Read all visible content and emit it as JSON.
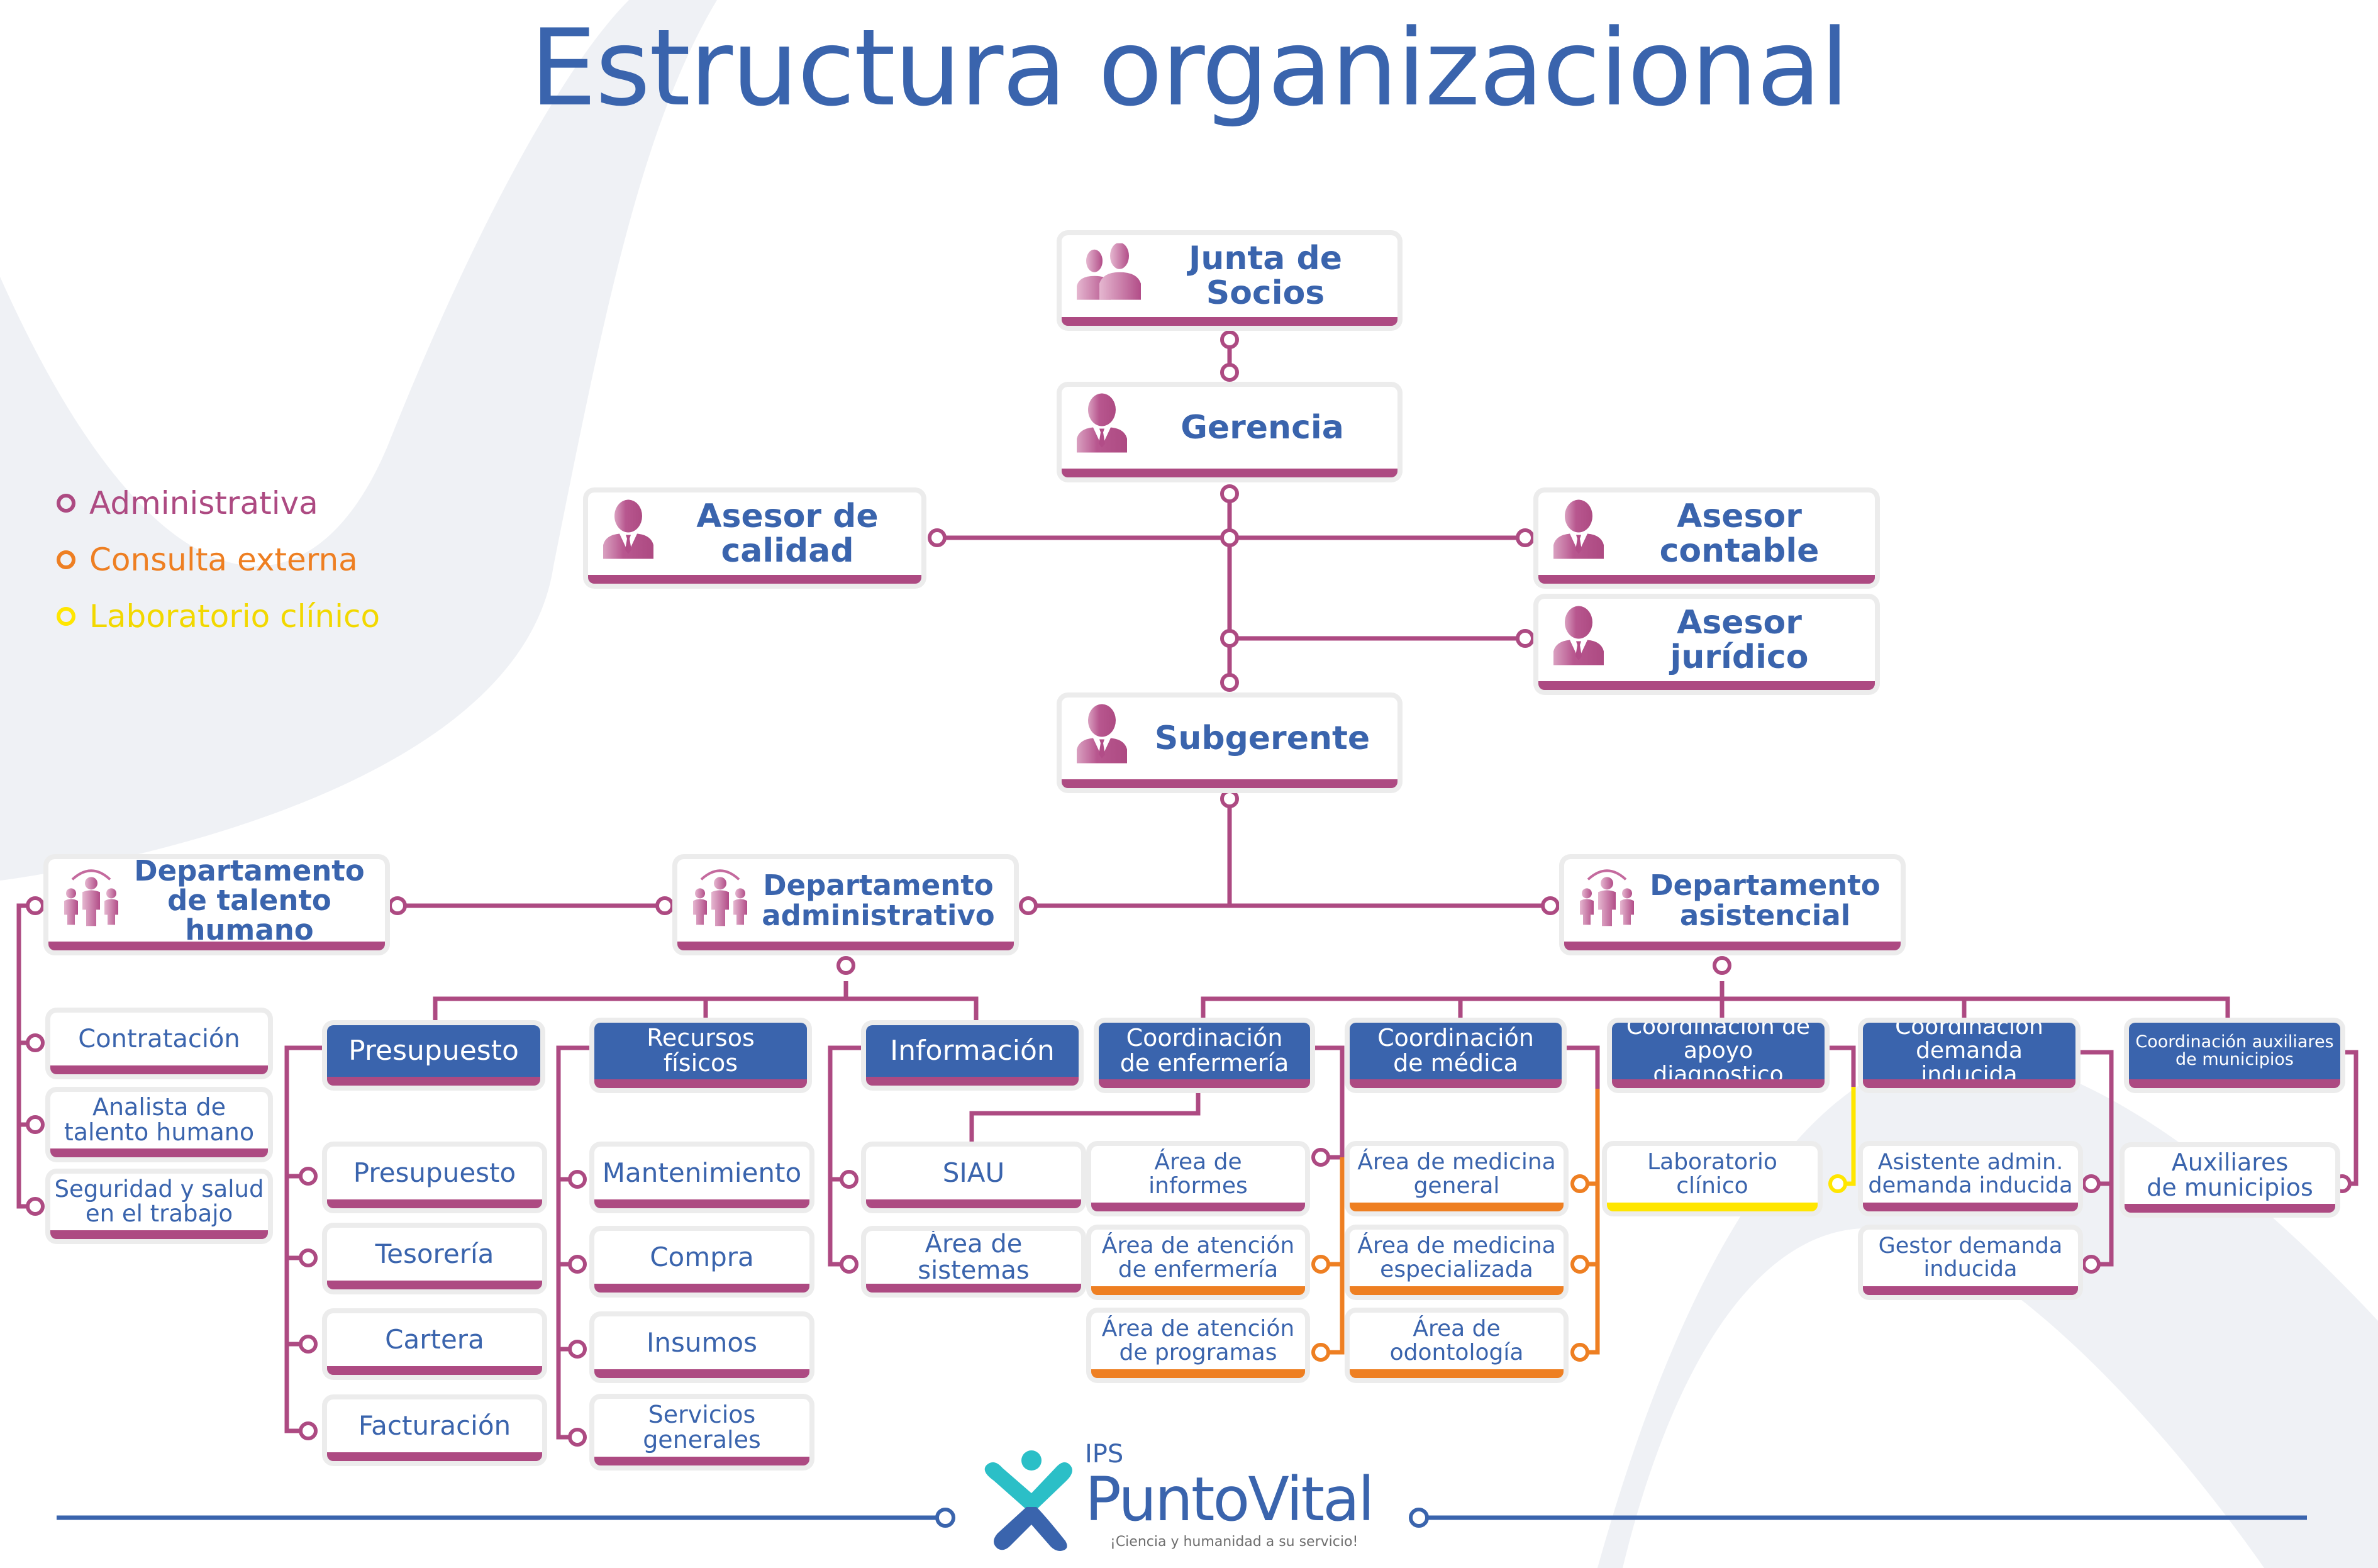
{
  "title": "Estructura organizacional",
  "colors": {
    "administrativa": "#ad4a82",
    "consulta_externa": "#ee7f22",
    "laboratorio": "#ffe600",
    "brand_blue": "#3a64ad",
    "brand_teal": "#2bbfc7"
  },
  "legend": [
    {
      "label": "Administrativa",
      "color": "#ad4a82"
    },
    {
      "label": "Consulta externa",
      "color": "#ee7f22"
    },
    {
      "label": "Laboratorio clínico",
      "color": "#ffe600"
    }
  ],
  "top": {
    "junta": "Junta de Socios",
    "gerencia": "Gerencia",
    "asesor_calidad": "Asesor de\ncalidad",
    "asesor_contable": "Asesor\ncontable",
    "asesor_juridico": "Asesor\njurídico",
    "subgerente": "Subgerente"
  },
  "departments": {
    "talento_humano": "Departamento\nde talento humano",
    "administrativo": "Departamento\nadministrativo",
    "asistencial": "Departamento\nasistencial"
  },
  "talento_humano_items": [
    "Contratación",
    "Analista de\ntalento humano",
    "Seguridad y salud\nen el trabajo"
  ],
  "coordinations": {
    "presupuesto": "Presupuesto",
    "recursos_fisicos": "Recursos\nfísicos",
    "informacion": "Información",
    "enfermeria": "Coordinación\nde enfermería",
    "medica": "Coordinación\nde médica",
    "apoyo_diagnostico": "Coordinación de\napoyo diagnostico",
    "demanda_inducida": "Coordinación\ndemanda inducida",
    "auxiliares_municipios": "Coordinación auxiliares\nde municipios"
  },
  "presupuesto_items": [
    "Presupuesto",
    "Tesorería",
    "Cartera",
    "Facturación"
  ],
  "recursos_items": [
    "Mantenimiento",
    "Compra",
    "Insumos",
    "Servicios\ngenerales"
  ],
  "informacion_items": [
    "SIAU",
    "Área de sistemas"
  ],
  "enfermeria_items": [
    "Área de\ninformes",
    "Área de atención\nde enfermería",
    "Área de atención\nde programas"
  ],
  "medica_items": [
    "Área de medicina\ngeneral",
    "Área de medicina\nespecializada",
    "Área de\nodontología"
  ],
  "apoyo_items": [
    "Laboratorio\nclínico"
  ],
  "demanda_items": [
    "Asistente admin.\ndemanda inducida",
    "Gestor demanda\ninducida"
  ],
  "municipios_items": [
    "Auxiliares\nde municipios"
  ],
  "footer": {
    "ips": "IPS",
    "brand": "PuntoVital",
    "tagline": "¡Ciencia y humanidad a su servicio!"
  }
}
